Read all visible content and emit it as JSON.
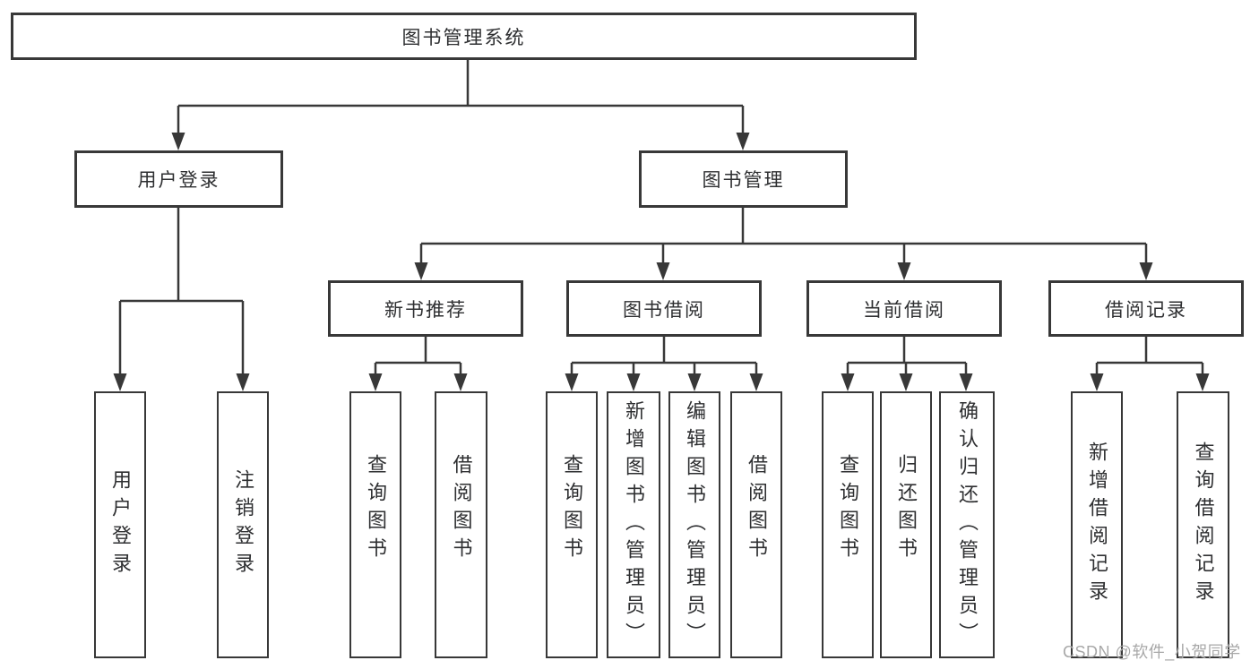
{
  "canvas": {
    "background": "#ffffff",
    "line_color": "#383838",
    "box_fill": "#ffffff",
    "box_border_color": "#383838",
    "text_color": "#2e2f31"
  },
  "tree": {
    "root": {
      "label": "图书管理系统"
    },
    "branches": [
      {
        "label": "用户登录",
        "children": [
          {
            "label": "用户登录"
          },
          {
            "label": "注销登录"
          }
        ]
      },
      {
        "label": "图书管理",
        "children": [
          {
            "label": "新书推荐",
            "children": [
              {
                "label": "查询图书"
              },
              {
                "label": "借阅图书"
              }
            ]
          },
          {
            "label": "图书借阅",
            "children": [
              {
                "label": "查询图书"
              },
              {
                "label": "新增图书（管理员）"
              },
              {
                "label": "编辑图书（管理员）"
              },
              {
                "label": "借阅图书"
              }
            ]
          },
          {
            "label": "当前借阅",
            "children": [
              {
                "label": "查询图书"
              },
              {
                "label": "归还图书"
              },
              {
                "label": "确认归还（管理员）"
              }
            ]
          },
          {
            "label": "借阅记录",
            "children": [
              {
                "label": "新增借阅记录"
              },
              {
                "label": "查询借阅记录"
              }
            ]
          }
        ]
      }
    ]
  },
  "watermark": {
    "text": "CSDN @软件_小贺同学",
    "color": "#a8a8a8"
  }
}
